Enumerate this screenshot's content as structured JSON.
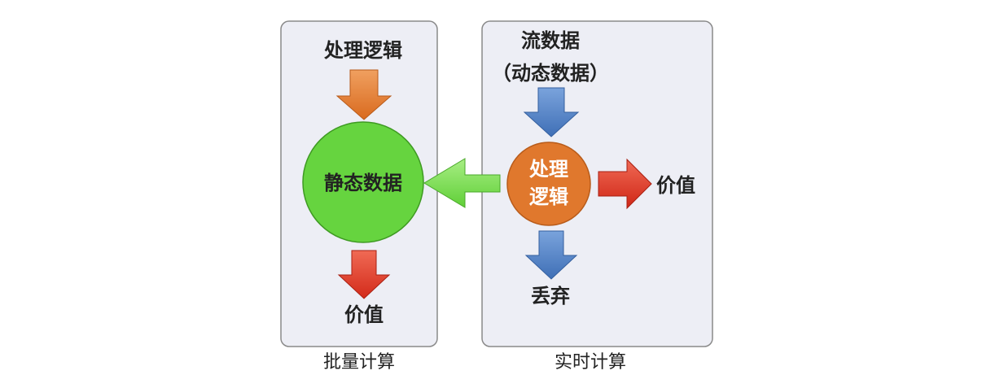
{
  "batch": {
    "caption": "批量计算",
    "logic_label": "处理逻辑",
    "data_label": "静态数据",
    "value_label": "价值"
  },
  "realtime": {
    "caption": "实时计算",
    "stream_line1": "流数据",
    "stream_line2": "（动态数据）",
    "logic_line1": "处理",
    "logic_line2": "逻辑",
    "value_label": "价值",
    "discard_label": "丢弃"
  },
  "colors": {
    "panel_fill": "#edeef5",
    "panel_stroke": "#8a8a8a",
    "orange": "#e0782d",
    "green": "#66d43f",
    "red": "#e13425",
    "blue": "#4f7fc4",
    "text": "#222222"
  }
}
